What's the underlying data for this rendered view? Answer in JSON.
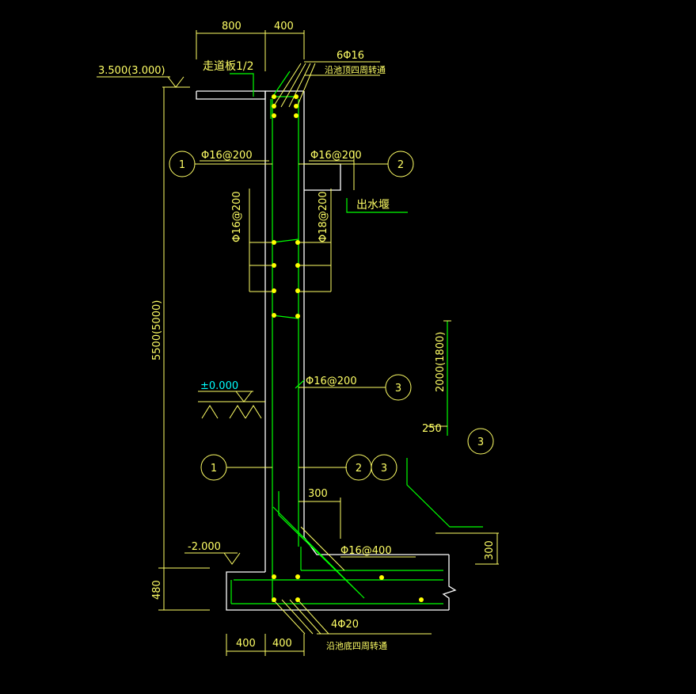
{
  "colors": {
    "background": "#000000",
    "wall": "#ffffff",
    "rebar": "#00ff00",
    "dimension": "#ffff66",
    "rebar_dot": "#ffff00",
    "elevation_zero": "#00ffff"
  },
  "labels": {
    "dim_800": "800",
    "dim_400_top": "400",
    "top_bars": "6Φ16",
    "top_beam_note": "沿池顶四周转通",
    "walkway": "走道板1/2",
    "elev_top": "3.500(3.000)",
    "callout_1_top": "1",
    "left_bar_top": "Φ16@200",
    "right_bar_top": "Φ16@200",
    "callout_2_top": "2",
    "outlet_weir": "出水堰",
    "left_vertical_bar": "Φ16@200",
    "right_vertical_bar": "Φ18@200",
    "height_dim": "5500(5000)",
    "elev_zero": "±0.000",
    "mid_bar": "Φ16@200",
    "callout_3_mid": "3",
    "dim_2000": "2000(1800)",
    "dim_250": "250",
    "callout_3_right": "3",
    "callout_1_bottom": "1",
    "callout_2_bottom": "2",
    "callout_3_bottom": "3",
    "dim_300_h": "300",
    "haunch_bar": "Φ16@400",
    "dim_300_v": "300",
    "elev_bottom": "-2.000",
    "dim_480": "480",
    "bottom_bars": "4Φ20",
    "dim_400_bl": "400",
    "dim_400_br": "400",
    "bottom_beam_note": "沿池底四周转通"
  }
}
